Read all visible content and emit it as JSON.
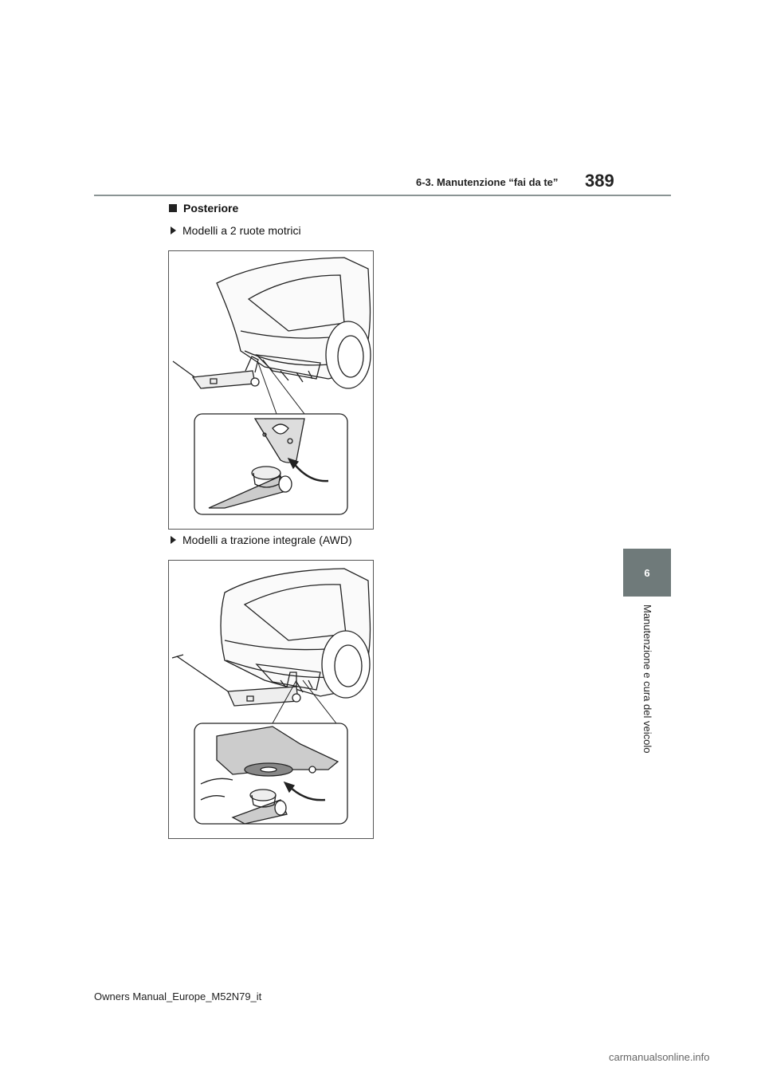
{
  "header": {
    "section": "6-3. Manutenzione “fai da te”",
    "page_number": "389"
  },
  "heading": "Posteriore",
  "items": [
    {
      "label": "Modelli a 2 ruote motrici"
    },
    {
      "label": "Modelli a trazione integrale (AWD)"
    }
  ],
  "side_tab": {
    "chapter_number": "6",
    "chapter_title": "Manutenzione e cura del veicolo"
  },
  "footer": "Owners Manual_Europe_M52N79_it",
  "watermark": "carmanualsonline.info"
}
